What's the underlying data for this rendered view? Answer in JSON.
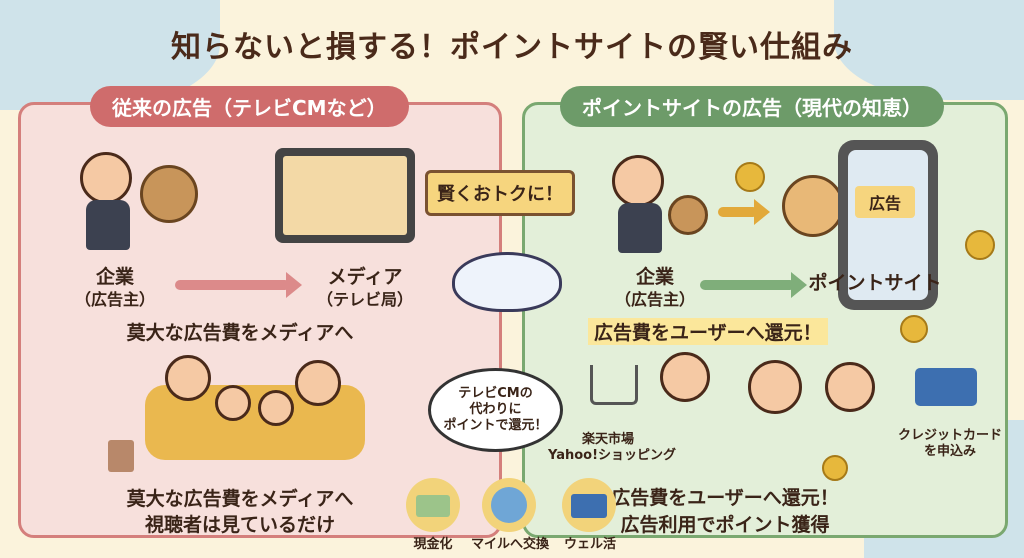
{
  "title": "知らないと損する！ポイントサイトの賢い仕組み",
  "left_panel": {
    "header": "従来の広告（テレビCMなど）",
    "company": "企業",
    "company_sub": "（広告主）",
    "media": "メディア",
    "media_sub": "（テレビ局）",
    "flow_caption": "莫大な広告費をメディアへ",
    "bottom_line1": "莫大な広告費をメディアへ",
    "bottom_line2": "視聴者は見ているだけ"
  },
  "banner": "賢くおトクに！",
  "right_panel": {
    "header": "ポイントサイトの広告（現代の知恵）",
    "company": "企業",
    "company_sub": "（広告主）",
    "site": "ポイントサイト",
    "phone_ad": "広告",
    "flow_caption": "広告費をユーザーへ還元！",
    "bubble": [
      "テレビCMの",
      "代わりに",
      "ポイントで還元！"
    ],
    "shopping": [
      "楽天市場",
      "Yahoo!ショッピング"
    ],
    "credit": [
      "クレジットカード",
      "を申込み"
    ],
    "bottom_line1": "広告費をユーザーへ還元！",
    "bottom_line2": "広告利用でポイント獲得"
  },
  "uses": [
    {
      "label": "現金化",
      "icon": "cash-icon"
    },
    {
      "label": "マイルへ交換",
      "icon": "globe-icon"
    },
    {
      "label": "ウェル活",
      "icon": "card-icon"
    }
  ],
  "colors": {
    "left": "#cf6c6c",
    "right": "#6d9b69",
    "title": "#4a2a1a"
  }
}
